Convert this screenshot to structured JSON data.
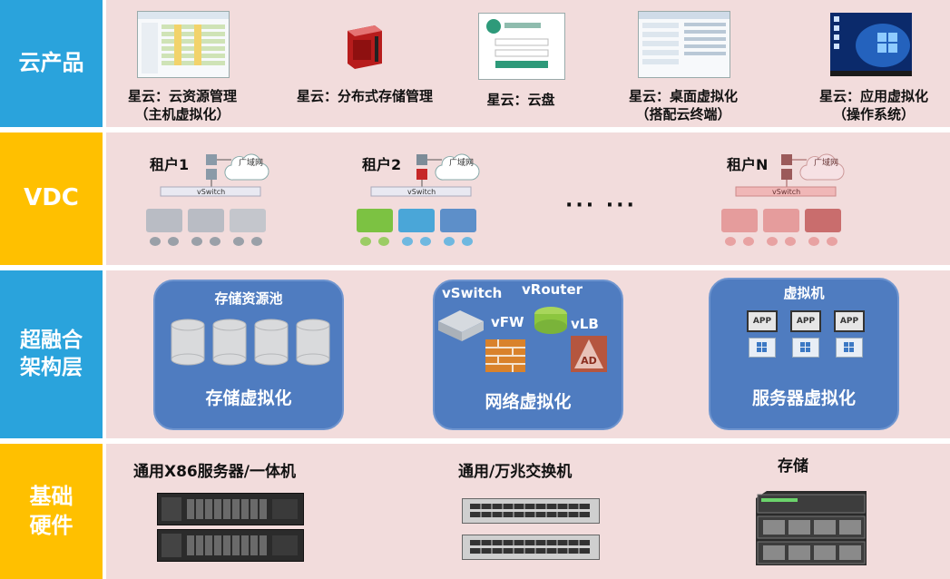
{
  "rows": {
    "cloud": {
      "label": "云产品"
    },
    "vdc": {
      "label": "VDC"
    },
    "hci": {
      "label": "超融合\n架构层"
    },
    "hw": {
      "label": "基础\n硬件"
    }
  },
  "products": [
    {
      "caption": "星云：云资源管理\n（主机虚拟化）",
      "icon": "resource-management-screenshot-icon"
    },
    {
      "caption": "星云：分布式存储管理",
      "icon": "storage-device-icon"
    },
    {
      "caption": "星云：云盘",
      "icon": "cloud-disk-login-icon"
    },
    {
      "caption": "星云：桌面虚拟化\n（搭配云终端）",
      "icon": "desktop-virtualization-screenshot-icon"
    },
    {
      "caption": "星云：应用虚拟化\n（操作系统）",
      "icon": "windows-desktop-icon"
    }
  ],
  "vdc": {
    "tenants": [
      "租户1",
      "租户2",
      "租户N"
    ],
    "wan": "广域网",
    "vswitch": "vSwitch",
    "ellipsis": "··· ···"
  },
  "hci": {
    "storage": {
      "top": "存储资源池",
      "bottom": "存储虚拟化"
    },
    "network": {
      "vswitch": "vSwitch",
      "vrouter": "vRouter",
      "vfw": "vFW",
      "vlb": "vLB",
      "bottom": "网络虚拟化"
    },
    "compute": {
      "top": "虚拟机",
      "app": "APP",
      "bottom": "服务器虚拟化"
    }
  },
  "hardware": {
    "server": "通用X86服务器/一体机",
    "switch": "通用/万兆交换机",
    "storage": "存储"
  },
  "colors": {
    "cloud": "#2aa3dc",
    "vdc": "#ffc000",
    "hci": "#2aa3dc",
    "hw": "#ffc000",
    "content_bg": "#f2dcdc",
    "pool": "#4f7cc0"
  }
}
